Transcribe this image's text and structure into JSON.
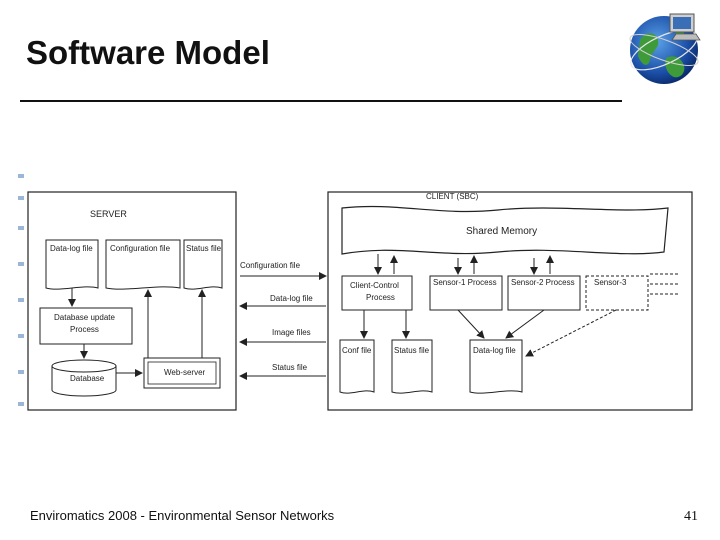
{
  "slide": {
    "title": "Software Model",
    "footer": "Enviromatics 2008 - Environmental Sensor Networks",
    "page_number": "41"
  },
  "diagram": {
    "server": {
      "label": "SERVER",
      "files": [
        "Data-log file",
        "Configuration file",
        "Status file"
      ],
      "db_update": [
        "Database update",
        "Process"
      ],
      "database": "Database",
      "web_server": "Web-server"
    },
    "client": {
      "label": "CLIENT (SBC)",
      "shared_memory": "Shared Memory",
      "processes": {
        "client_control": [
          "Client-Control",
          "Process"
        ],
        "sensor1": "Sensor-1 Process",
        "sensor2": "Sensor-2 Process",
        "sensor3": "Sensor-3"
      },
      "files": {
        "conf": "Conf file",
        "status": "Status file",
        "datalog": "Data-log file"
      }
    },
    "links": [
      "Configuration file",
      "Data-log file",
      "Image files",
      "Status file"
    ]
  },
  "icons": {
    "logo": "globe-computer-icon"
  }
}
